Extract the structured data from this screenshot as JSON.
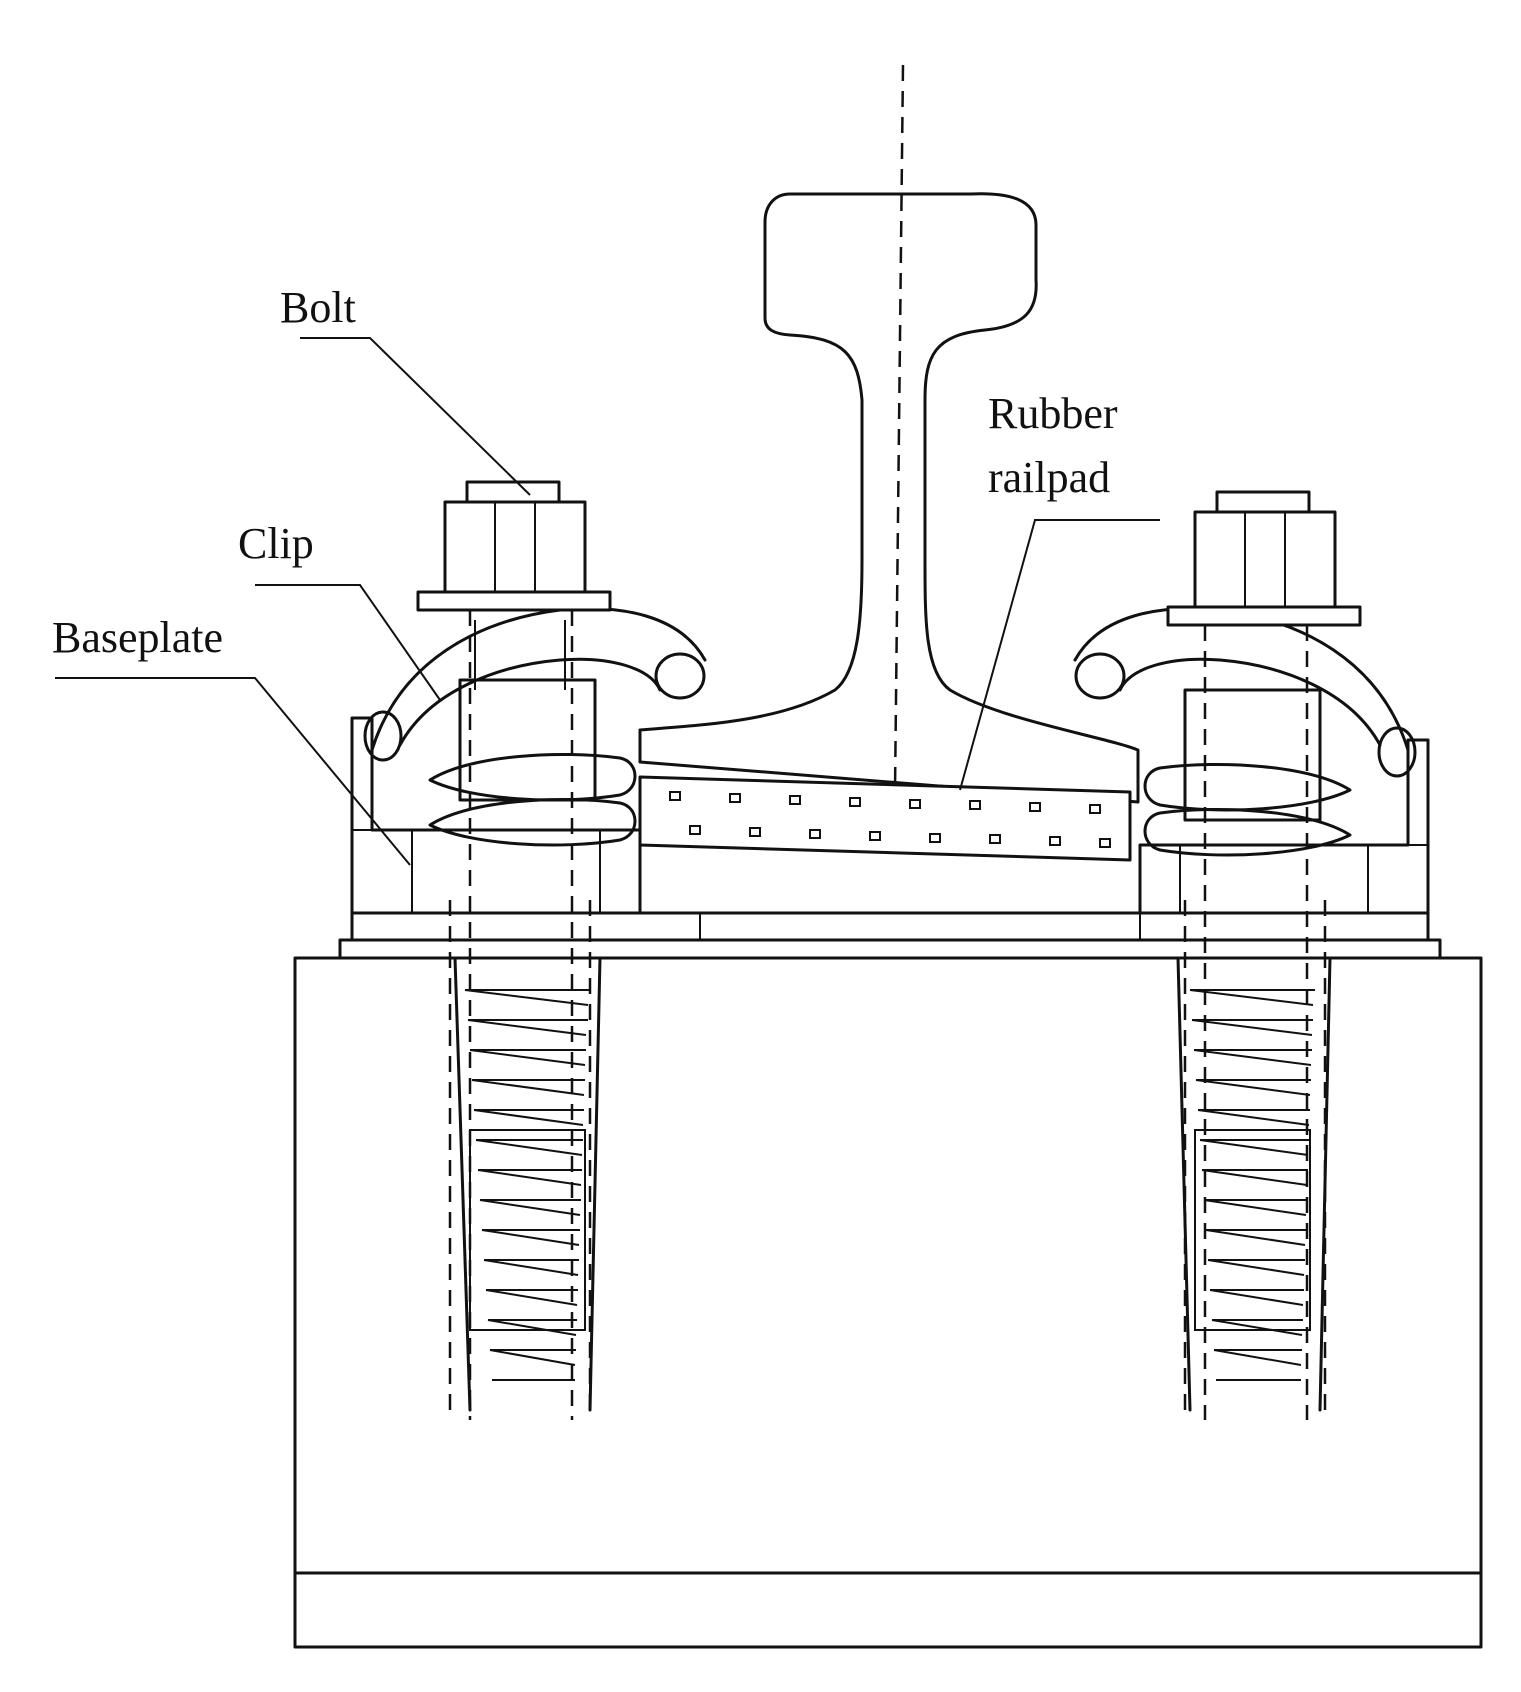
{
  "labels": {
    "bolt": "Bolt",
    "clip": "Clip",
    "baseplate": "Baseplate",
    "rubber_railpad_line1": "Rubber",
    "rubber_railpad_line2": "railpad"
  }
}
